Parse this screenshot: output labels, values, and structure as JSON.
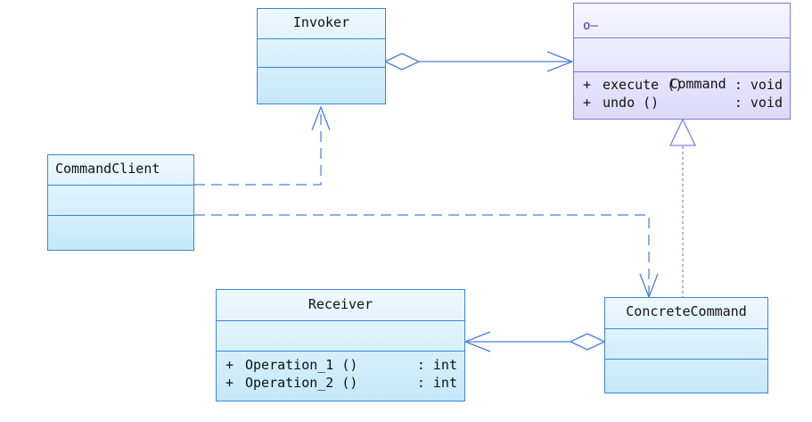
{
  "classes": {
    "invoker": {
      "name": "Invoker",
      "operations": []
    },
    "command": {
      "name": "Command",
      "stereotype_glyph": "o–",
      "operations": [
        {
          "visibility": "+",
          "signature": "execute ()",
          "return_type": ": void"
        },
        {
          "visibility": "+",
          "signature": "undo ()",
          "return_type": ": void"
        }
      ]
    },
    "command_client": {
      "name": "CommandClient",
      "operations": []
    },
    "receiver": {
      "name": "Receiver",
      "operations": [
        {
          "visibility": "+",
          "signature": "Operation_1 ()",
          "return_type": ": int"
        },
        {
          "visibility": "+",
          "signature": "Operation_2 ()",
          "return_type": ": int"
        }
      ]
    },
    "concrete_command": {
      "name": "ConcreteCommand",
      "operations": []
    }
  },
  "relationships": [
    {
      "from": "Invoker",
      "to": "Command",
      "kind": "aggregation"
    },
    {
      "from": "ConcreteCommand",
      "to": "Command",
      "kind": "realization"
    },
    {
      "from": "ConcreteCommand",
      "to": "Receiver",
      "kind": "aggregation"
    },
    {
      "from": "CommandClient",
      "to": "Invoker",
      "kind": "dependency"
    },
    {
      "from": "CommandClient",
      "to": "ConcreteCommand",
      "kind": "dependency"
    }
  ],
  "colors": {
    "class_border": "#3a86d4",
    "class_fill": "#c5e8fa",
    "interface_border": "#7b7ad8",
    "interface_fill": "#dcdafc",
    "connector": "#4a7de0",
    "realization": "#8080e0"
  }
}
